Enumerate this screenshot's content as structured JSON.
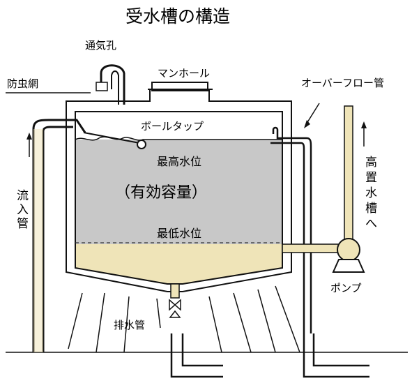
{
  "title": "受水槽の構造",
  "labels": {
    "vent": "通気孔",
    "insect_net": "防虫網",
    "manhole": "マンホール",
    "overflow_pipe": "オーバーフロー管",
    "ball_tap": "ボールタップ",
    "high_water_level": "最高水位",
    "effective_capacity": "（有効容量）",
    "low_water_level": "最低水位",
    "inflow_pipe": [
      "流",
      "入",
      "管"
    ],
    "to_elevated_tank": [
      "高",
      "置",
      "水",
      "槽",
      "へ"
    ],
    "pump": "ポンプ",
    "drain_pipe": "排水管"
  },
  "colors": {
    "effective_water": "#c8c8c8",
    "dead_water": "#efe4b8",
    "pipe_fill": "#efe4b8",
    "line": "#111111"
  }
}
